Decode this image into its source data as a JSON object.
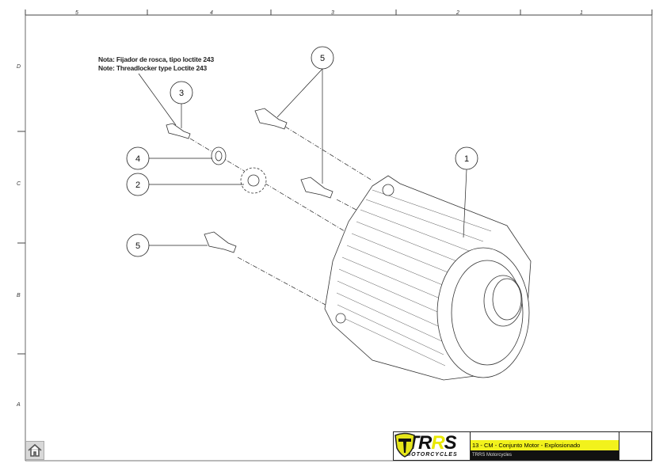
{
  "frame": {
    "columns": [
      "5",
      "4",
      "3",
      "2",
      "1"
    ],
    "rows": [
      "D",
      "C",
      "B",
      "A"
    ]
  },
  "note": {
    "line1": "Nota: Fijador de rosca, tipo loctite 243",
    "line2": "Note: Threadlocker type Loctite 243"
  },
  "balloons": [
    "5",
    "3",
    "4",
    "2",
    "1",
    "5"
  ],
  "title_block": {
    "logo_main": "TRRS",
    "logo_sub": "MOTORCYCLES",
    "title": "13 - CM - Conjunto Motor - Explosionado",
    "subtitle": "TRRS Motorcycles"
  },
  "home_icon": "home-icon"
}
